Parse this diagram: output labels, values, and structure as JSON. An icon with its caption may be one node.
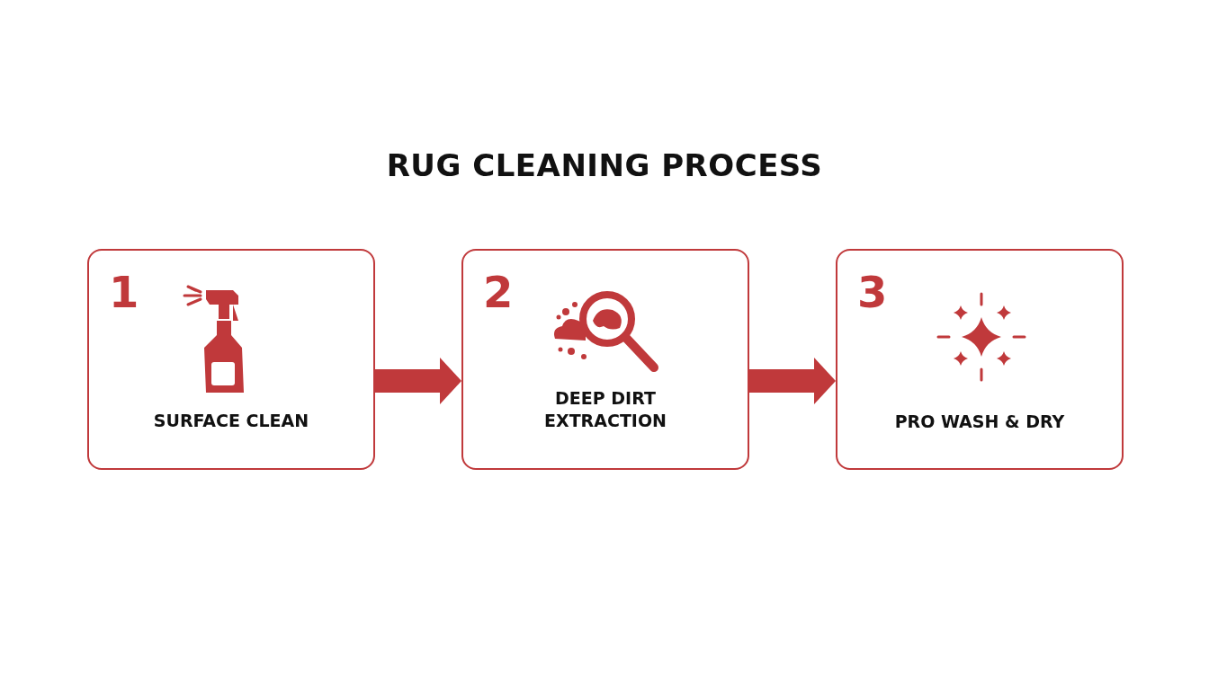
{
  "diagram": {
    "title": "RUG CLEANING PROCESS",
    "nodes": [
      {
        "text": [
          "1",
          "SURFACE CLEAN"
        ]
      },
      {
        "text": [
          "2",
          "DEEP DIRT EXTRACTION"
        ]
      },
      {
        "text": [
          "3",
          "PRO WASH & DRY"
        ]
      }
    ],
    "edges": [
      {
        "from": 0,
        "to": 1,
        "arrow": "to"
      },
      {
        "from": 1,
        "to": 2,
        "arrow": "to"
      }
    ]
  }
}
